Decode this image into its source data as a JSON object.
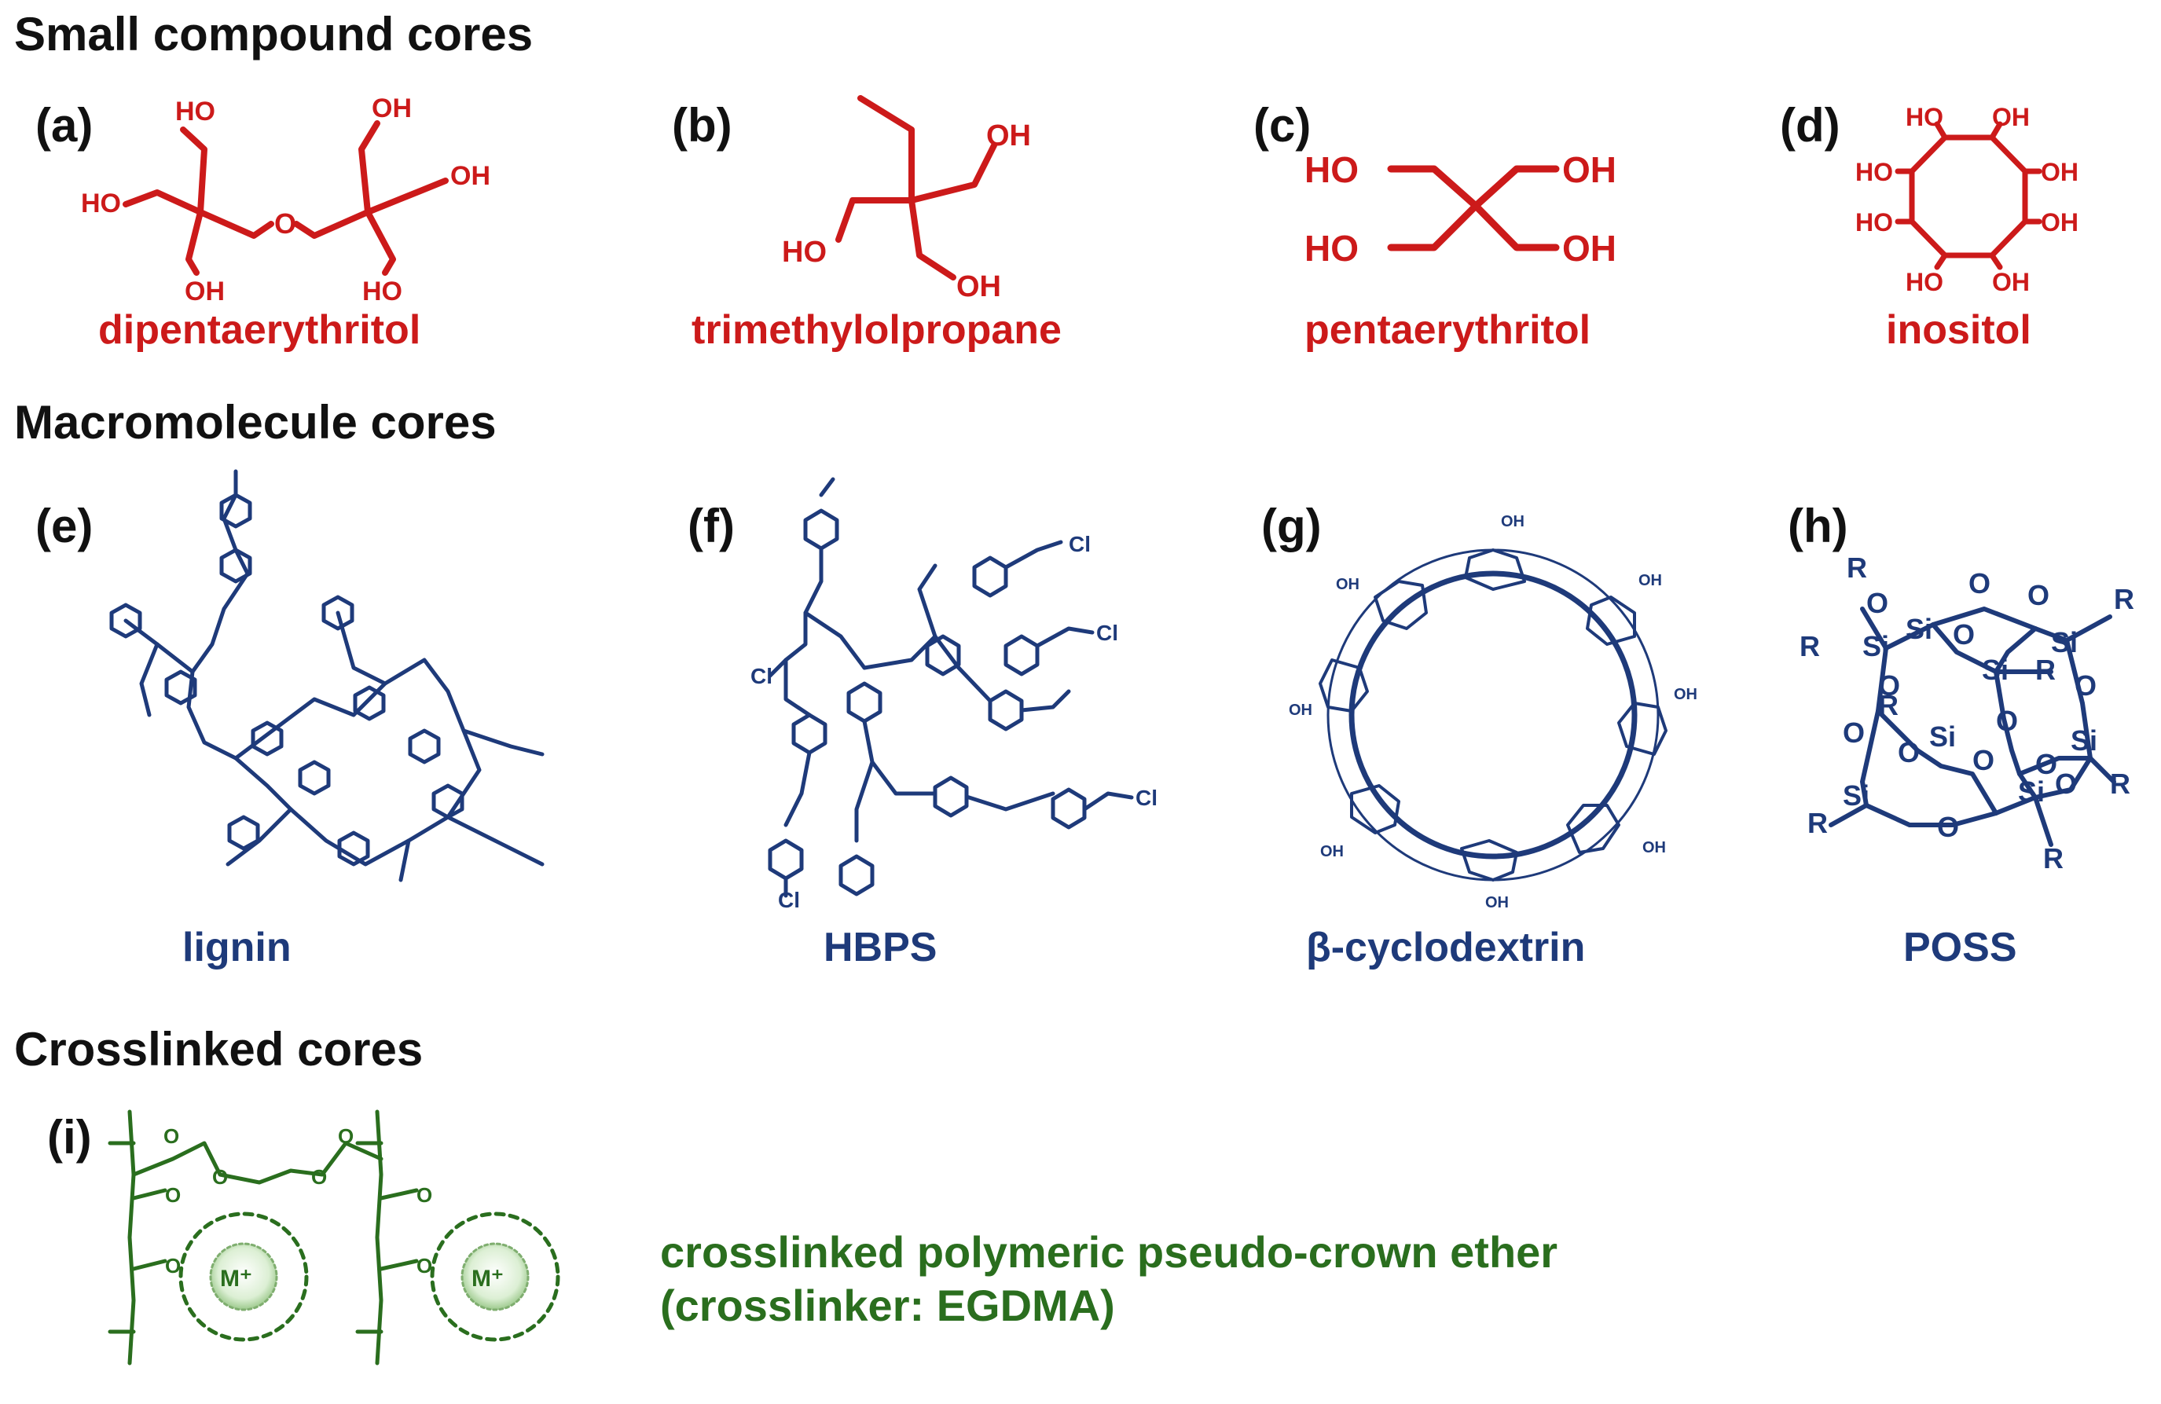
{
  "sections": {
    "small": "Small compound cores",
    "macro": "Macromolecule cores",
    "crosslinked": "Crosslinked cores"
  },
  "panels": {
    "a": {
      "letter": "(a)",
      "name": "dipentaerythritol"
    },
    "b": {
      "letter": "(b)",
      "name": "trimethylolpropane"
    },
    "c": {
      "letter": "(c)",
      "name": "pentaerythritol"
    },
    "d": {
      "letter": "(d)",
      "name": "inositol"
    },
    "e": {
      "letter": "(e)",
      "name": "lignin"
    },
    "f": {
      "letter": "(f)",
      "name": "HBPS"
    },
    "g": {
      "letter": "(g)",
      "name": "β-cyclodextrin"
    },
    "h": {
      "letter": "(h)",
      "name": "POSS"
    },
    "i": {
      "letter": "(i)",
      "line1": "crosslinked polymeric pseudo-crown ether",
      "line2": "(crosslinker: EGDMA)"
    }
  },
  "atoms": {
    "hydroxyl": "OH",
    "hydroxyl_left": "HO",
    "oxygen": "O",
    "silicon": "Si",
    "r_group": "R",
    "chlorine": "Cl",
    "metal_ion": "M⁺"
  },
  "colors": {
    "small": "#cc1a1a",
    "macro": "#1e3a7a",
    "crosslinked": "#2a6e1e"
  }
}
